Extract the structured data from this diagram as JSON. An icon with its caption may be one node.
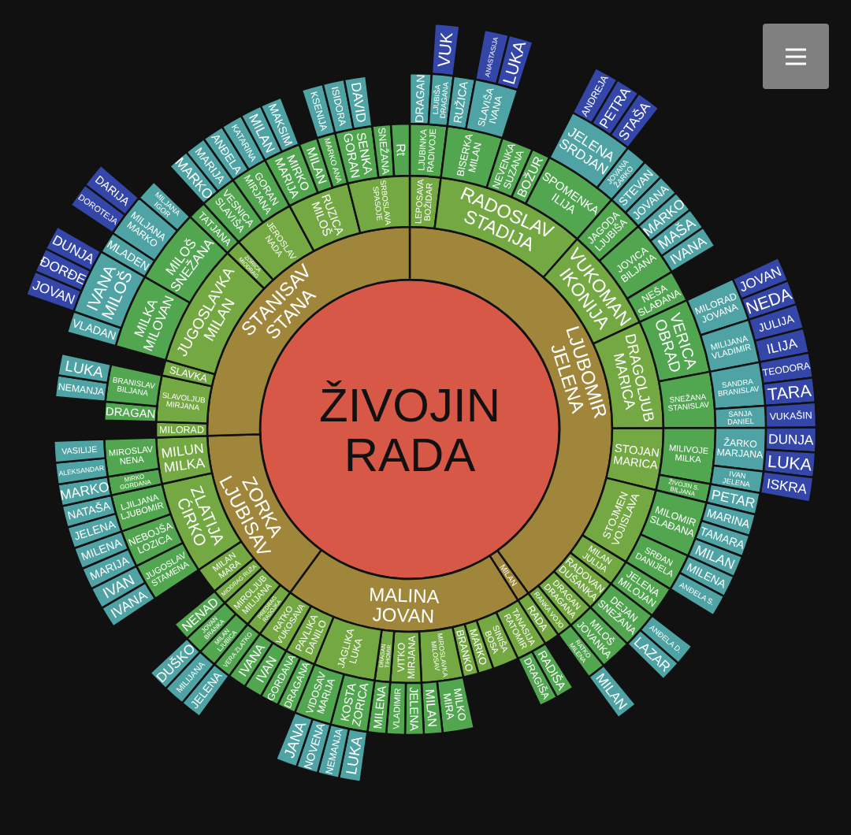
{
  "diagram": {
    "nodes": [
      {
        "text": [
          "ŽIVOJIN RADA"
        ]
      },
      {
        "text": [
          "LJUBOMIR JELENA"
        ]
      },
      {
        "text": [
          "LEPOSAVA BOŽIDAR"
        ]
      },
      {
        "text": [
          "LJUBINKA RADIVOJE"
        ]
      },
      {
        "text": [
          "DRAGAN"
        ]
      },
      {
        "text": [
          "LJUBIŠA DRAGANA"
        ]
      },
      {
        "text": [
          "VUK"
        ]
      },
      {
        "text": [
          "RADOSLAV STADIJA"
        ]
      },
      {
        "text": [
          "BISERKA MILAN"
        ]
      },
      {
        "text": [
          "RUŽICA"
        ]
      },
      {
        "text": [
          "SLAVIŠA IVANA"
        ]
      },
      {
        "text": [
          "ANASTASIJA"
        ]
      },
      {
        "text": [
          "LUKA"
        ]
      },
      {
        "text": [
          "NEVENKA SUZANA"
        ]
      },
      {
        "text": [
          "BOŽUR"
        ]
      },
      {
        "text": [
          "SPOMENKA ILIJA"
        ]
      },
      {
        "text": [
          "JELENA SRDJAN"
        ]
      },
      {
        "text": [
          "ANDREJA"
        ]
      },
      {
        "text": [
          "PETRA"
        ]
      },
      {
        "text": [
          "STAŠA"
        ]
      },
      {
        "text": [
          "JOVANA ŽARKO"
        ]
      },
      {
        "text": [
          "VUKOMAN IKONIJA"
        ]
      },
      {
        "text": [
          "JAGODA LJUBIŠA"
        ]
      },
      {
        "text": [
          "STEVAN"
        ]
      },
      {
        "text": [
          "JOVANA"
        ]
      },
      {
        "text": [
          "JOVICA BILJANA"
        ]
      },
      {
        "text": [
          "MARKO"
        ]
      },
      {
        "text": [
          "MAŠA"
        ]
      },
      {
        "text": [
          "IVANA"
        ]
      },
      {
        "text": [
          "NEŠA SLAĐANA"
        ]
      },
      {
        "text": [
          "DRAGOLJUB MARICA"
        ]
      },
      {
        "text": [
          "VERICA OBRAD"
        ]
      },
      {
        "text": [
          "MILORAD JOVANA"
        ]
      },
      {
        "text": [
          "JOVAN"
        ]
      },
      {
        "text": [
          "NEDA"
        ]
      },
      {
        "text": [
          "MILIJANA VLADIMIR"
        ]
      },
      {
        "text": [
          "JULIJA"
        ]
      },
      {
        "text": [
          "ILIJA"
        ]
      },
      {
        "text": [
          "SNEŽANA STANISLAV"
        ]
      },
      {
        "text": [
          "SANDRA BRANISLAV"
        ]
      },
      {
        "text": [
          "TEODORA"
        ]
      },
      {
        "text": [
          "TARA"
        ]
      },
      {
        "text": [
          "SANJA DANIEL"
        ]
      },
      {
        "text": [
          "VUKAŠIN"
        ]
      },
      {
        "text": [
          "STOJAN MARICA"
        ]
      },
      {
        "text": [
          "MILIVOJE MILKA"
        ]
      },
      {
        "text": [
          "ŽARKO MARJANA"
        ]
      },
      {
        "text": [
          "DUNJA"
        ]
      },
      {
        "text": [
          "LUKA"
        ]
      },
      {
        "text": [
          "IVAN JELENA"
        ]
      },
      {
        "text": [
          "ISKRA"
        ]
      },
      {
        "text": [
          "ŽIVOJIN S. BILJANA"
        ]
      },
      {
        "text": [
          "PETAR"
        ]
      },
      {
        "text": [
          "STOJMEN VOJISLAVA"
        ]
      },
      {
        "text": [
          "MILOMIR SLAĐANA"
        ]
      },
      {
        "text": [
          "MARINA"
        ]
      },
      {
        "text": [
          "TAMARA"
        ]
      },
      {
        "text": [
          "MILAN"
        ]
      },
      {
        "text": [
          "SRĐAN DANIJELA"
        ]
      },
      {
        "text": [
          "MILENA"
        ]
      },
      {
        "text": [
          "ANĐELA S."
        ]
      },
      {
        "text": [
          "MILAN JULIJA"
        ]
      },
      {
        "text": [
          "JELENA MILOJAN"
        ]
      },
      {
        "text": [
          "RADOVAN DUŠANKA"
        ]
      },
      {
        "text": [
          "DEJAN SNEŽANA"
        ]
      },
      {
        "text": [
          "ANĐELA D."
        ]
      },
      {
        "text": [
          "LAZAR"
        ]
      },
      {
        "text": [
          "DRAGAN DRAGANA"
        ]
      },
      {
        "text": [
          "MILOŠ JOVANKA"
        ]
      },
      {
        "text": [
          "RANKA VOJO"
        ]
      },
      {
        "text": [
          "RATKO MILENA"
        ]
      },
      {
        "text": [
          "MILAN"
        ]
      },
      {
        "text": [
          "MILAN"
        ]
      },
      {
        "text": [
          "RADA"
        ]
      },
      {
        "text": [
          "MALINA JOVAN"
        ]
      },
      {
        "text": [
          "TANASIJA RATOMIR"
        ]
      },
      {
        "text": [
          "RADIŠA"
        ]
      },
      {
        "text": [
          "DRAGIŠA"
        ]
      },
      {
        "text": [
          "SINIŠA BOSA"
        ]
      },
      {
        "text": [
          "MARKO"
        ]
      },
      {
        "text": [
          "BRANKO"
        ]
      },
      {
        "text": [
          "MIROSLAVKA MILOSAV"
        ]
      },
      {
        "text": [
          "MILKO MIRA"
        ]
      },
      {
        "text": [
          "MILAN"
        ]
      },
      {
        "text": [
          "VITKO MIRJANA"
        ]
      },
      {
        "text": [
          "JELENA"
        ]
      },
      {
        "text": [
          "VLADIMIR"
        ]
      },
      {
        "text": [
          "DRAGAN TIHOMIR"
        ]
      },
      {
        "text": [
          "MILENA"
        ]
      },
      {
        "text": [
          "JAGLIKA LUKA"
        ]
      },
      {
        "text": [
          "KOSTA ZORICA"
        ]
      },
      {
        "text": [
          "LUKA"
        ]
      },
      {
        "text": [
          "NEMANJA"
        ]
      },
      {
        "text": [
          "VIDOSAV MARIJA"
        ]
      },
      {
        "text": [
          "NOVENA"
        ]
      },
      {
        "text": [
          "JANA"
        ]
      },
      {
        "text": [
          "PAVLIKA DANILO"
        ]
      },
      {
        "text": [
          "DRAGANA"
        ]
      },
      {
        "text": [
          "GORDANA"
        ]
      },
      {
        "text": [
          "RATKO VUKOSAVA"
        ]
      },
      {
        "text": [
          "IVAN"
        ]
      },
      {
        "text": [
          "IVANA"
        ]
      },
      {
        "text": [
          "ZORKA LJUBISAV"
        ]
      },
      {
        "text": [
          "PREDRAG RADOJKA"
        ]
      },
      {
        "text": [
          "VERA ZLATKO"
        ]
      },
      {
        "text": [
          "JELENA"
        ]
      },
      {
        "text": [
          "MIROLJUB MILIJANA"
        ]
      },
      {
        "text": [
          "MILAN LJUBICA"
        ]
      },
      {
        "text": [
          "MILIJANA"
        ]
      },
      {
        "text": [
          "JOVAN BRANKA"
        ]
      },
      {
        "text": [
          "DUŠKO"
        ]
      },
      {
        "text": [
          "MIODRAG RUŽA"
        ]
      },
      {
        "text": [
          "NENAD"
        ]
      },
      {
        "text": [
          "MILAN MARA"
        ]
      },
      {
        "text": [
          "ZLATIJA ĆIRKO"
        ]
      },
      {
        "text": [
          "JUGOSLAV STAMENA"
        ]
      },
      {
        "text": [
          "IVANA"
        ]
      },
      {
        "text": [
          "IVAN"
        ]
      },
      {
        "text": [
          "NEBOJŠA LOZICA"
        ]
      },
      {
        "text": [
          "MARIJA"
        ]
      },
      {
        "text": [
          "MILENA"
        ]
      },
      {
        "text": [
          "LJILJANA LJUBOMIR"
        ]
      },
      {
        "text": [
          "JELENA"
        ]
      },
      {
        "text": [
          "NATAŠA"
        ]
      },
      {
        "text": [
          "MILUN MILKA"
        ]
      },
      {
        "text": [
          "MIRKO GORDANA"
        ]
      },
      {
        "text": [
          "MARKO"
        ]
      },
      {
        "text": [
          "MIROSLAV NENA"
        ]
      },
      {
        "text": [
          "ALEKSANDAR"
        ]
      },
      {
        "text": [
          "VASILIJE"
        ]
      },
      {
        "text": [
          "STANISAV STANA"
        ]
      },
      {
        "text": [
          "MILORAD"
        ]
      },
      {
        "text": [
          "SLAVOLJUB MIRJANA"
        ]
      },
      {
        "text": [
          "DRAGAN"
        ]
      },
      {
        "text": [
          "BRANISLAV BILJANA"
        ]
      },
      {
        "text": [
          "NEMANJA"
        ]
      },
      {
        "text": [
          "LUKA"
        ]
      },
      {
        "text": [
          "SLAVKA"
        ]
      },
      {
        "text": [
          "JUGOSLAVKA MILAN"
        ]
      },
      {
        "text": [
          "MILKA MILOVAN"
        ]
      },
      {
        "text": [
          "VLADAN"
        ]
      },
      {
        "text": [
          "IVANA MILOŠ"
        ]
      },
      {
        "text": [
          "JOVAN"
        ]
      },
      {
        "text": [
          "ĐORĐE"
        ]
      },
      {
        "text": [
          "DUNJA"
        ]
      },
      {
        "text": [
          "MILOŠ SNEŽANA"
        ]
      },
      {
        "text": [
          "MLADEN"
        ]
      },
      {
        "text": [
          "MILJANA MARKO"
        ]
      },
      {
        "text": [
          "DOROTEJA"
        ]
      },
      {
        "text": [
          "DARIJA"
        ]
      },
      {
        "text": [
          "MILJANA IGOR"
        ]
      },
      {
        "text": [
          "ZORICA MIODRAG"
        ]
      },
      {
        "text": [
          "TATJANA"
        ]
      },
      {
        "text": [
          "JEROSLAV NADA"
        ]
      },
      {
        "text": [
          "VESNICA SLAVIŠA"
        ]
      },
      {
        "text": [
          "MARKO"
        ]
      },
      {
        "text": [
          "MARIJA"
        ]
      },
      {
        "text": [
          "GORAN MIRJANA"
        ]
      },
      {
        "text": [
          "ANĐELA"
        ]
      },
      {
        "text": [
          "KATARINA"
        ]
      },
      {
        "text": [
          "RUZICA MILOŠ"
        ]
      },
      {
        "text": [
          "MIRKO MARIJA"
        ]
      },
      {
        "text": [
          "MILAN"
        ]
      },
      {
        "text": [
          "MAKSIM"
        ]
      },
      {
        "text": [
          "MILAN"
        ]
      },
      {
        "text": [
          "MARKO ANA"
        ]
      },
      {
        "text": [
          "KSENIJA"
        ]
      },
      {
        "text": [
          "SRBOSLAVA SPASOJE"
        ]
      },
      {
        "text": [
          "SENKA GORAN"
        ]
      },
      {
        "text": [
          "ISIDORA"
        ]
      },
      {
        "text": [
          "DAVID"
        ]
      },
      {
        "text": [
          "SNEŽANA"
        ]
      },
      {
        "text": [
          "Rt"
        ]
      }
    ]
  }
}
